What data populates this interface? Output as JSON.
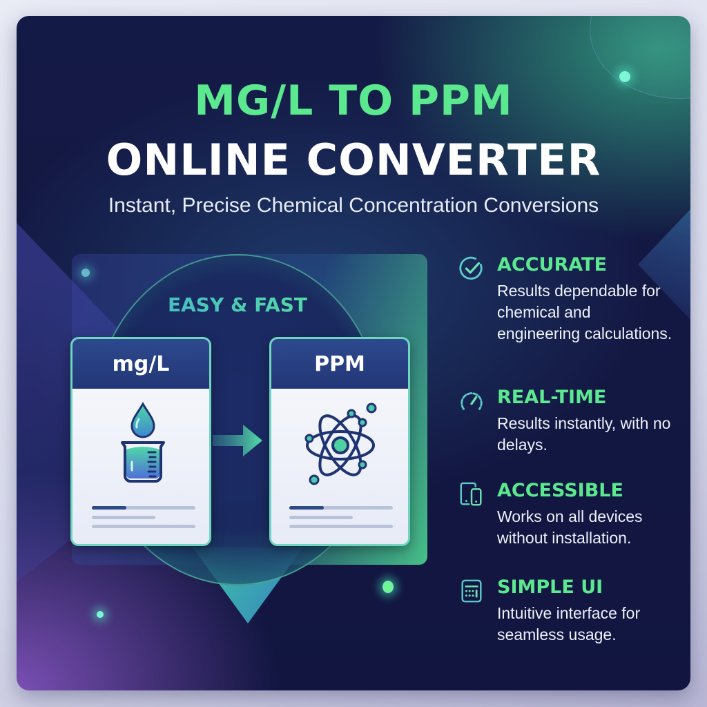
{
  "header": {
    "title_line_1": "MG/L TO PPM",
    "title_line_2": "ONLINE CONVERTER",
    "subtitle": "Instant, Precise Chemical Concentration Conversions"
  },
  "converter": {
    "badge": "EASY & FAST",
    "from_unit": {
      "label": "mg/L",
      "icon": "beaker-drop-icon"
    },
    "to_unit": {
      "label": "PPM",
      "icon": "atom-icon"
    },
    "arrow_icon": "arrow-right-icon"
  },
  "features": [
    {
      "icon": "check-circle-icon",
      "title": "ACCURATE",
      "description": "Results dependable for chemical and engineering calculations."
    },
    {
      "icon": "speedometer-icon",
      "title": "REAL-TIME",
      "description": "Results instantly, with no delays."
    },
    {
      "icon": "devices-icon",
      "title": "ACCESSIBLE",
      "description": "Works on all devices without installation."
    },
    {
      "icon": "calculator-icon",
      "title": "SIMPLE UI",
      "description": "Intuitive interface for seamless usage."
    }
  ],
  "colors": {
    "accent_green": "#5be88f",
    "accent_teal": "#5cc8c8",
    "background_navy": "#131842",
    "card_header": "#223676"
  }
}
